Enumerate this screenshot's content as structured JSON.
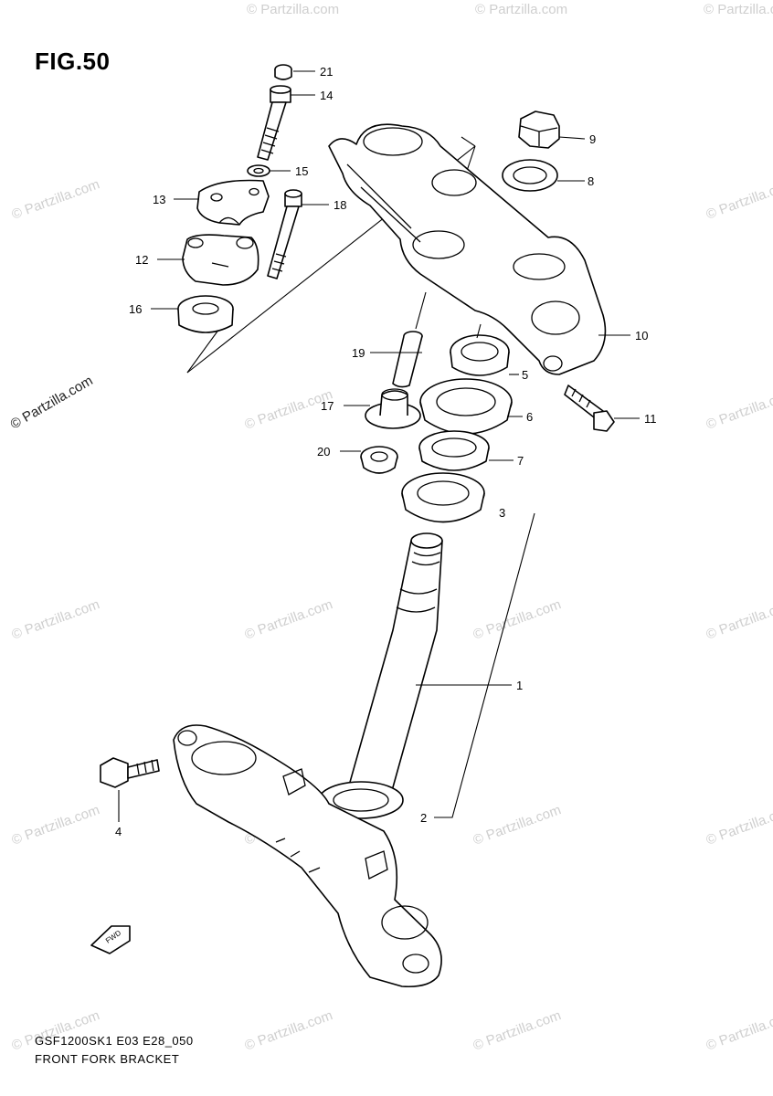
{
  "figure": {
    "title": "FIG.50",
    "caption_line1": "GSF1200SK1 E03 E28_050",
    "caption_line2": "FRONT FORK BRACKET",
    "watermark": "© Partzilla.com",
    "fwd_label": "FWD"
  },
  "callouts": [
    "21",
    "14",
    "15",
    "13",
    "18",
    "12",
    "16",
    "9",
    "8",
    "10",
    "19",
    "5",
    "17",
    "6",
    "11",
    "20",
    "7",
    "3",
    "1",
    "4",
    "2"
  ]
}
